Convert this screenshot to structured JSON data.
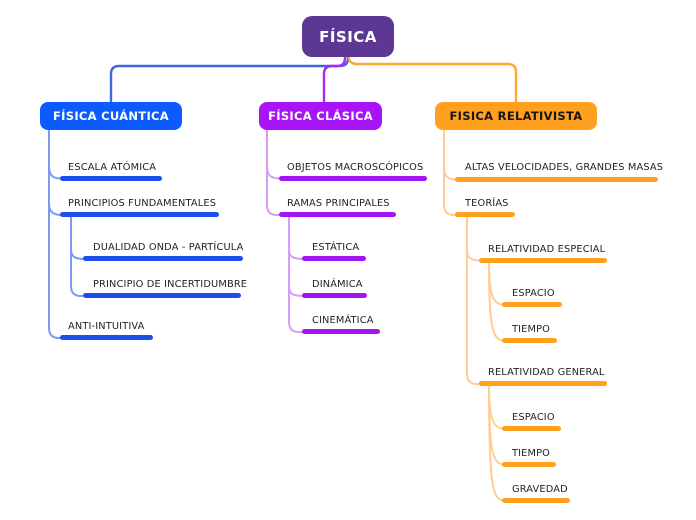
{
  "root": {
    "label": "FÍSICA"
  },
  "colors": {
    "root_bg": "#5C3894",
    "quantum_box": "#0B5BFF",
    "quantum_bar": "#1D4FE8",
    "quantum_line": "#7D9BF2",
    "classic_box": "#A714F8",
    "classic_bar": "#A116F0",
    "classic_line": "#D79BF8",
    "relativ_box": "#FFA01E",
    "relativ_bar": "#FFA01E",
    "relativ_line": "#FFCD92",
    "background": "#FFFFFF",
    "label_text": "#222222"
  },
  "branches": [
    {
      "label": "FÍSICA CUÁNTICA",
      "children": [
        {
          "label": "ESCALA ATÓMICA"
        },
        {
          "label": "PRINCIPIOS FUNDAMENTALES",
          "children": [
            {
              "label": "DUALIDAD ONDA - PARTÍCULA"
            },
            {
              "label": "PRINCIPIO DE INCERTIDUMBRE"
            }
          ]
        },
        {
          "label": "ANTI-INTUITIVA"
        }
      ]
    },
    {
      "label": "FÍSICA CLÁSICA",
      "children": [
        {
          "label": "OBJETOS MACROSCÓPICOS"
        },
        {
          "label": "RAMAS PRINCIPALES",
          "children": [
            {
              "label": "ESTÁTICA"
            },
            {
              "label": "DINÁMICA"
            },
            {
              "label": "CINEMÁTICA"
            }
          ]
        }
      ]
    },
    {
      "label": "FISICA RELATIVISTA",
      "children": [
        {
          "label": "ALTAS VELOCIDADES, GRANDES MASAS"
        },
        {
          "label": "TEORÍAS",
          "children": [
            {
              "label": "RELATIVIDAD ESPECIAL",
              "children": [
                {
                  "label": "ESPACIO"
                },
                {
                  "label": "TIEMPO"
                }
              ]
            },
            {
              "label": "RELATIVIDAD GENERAL",
              "children": [
                {
                  "label": "ESPACIO"
                },
                {
                  "label": "TIEMPO"
                },
                {
                  "label": "GRAVEDAD"
                }
              ]
            }
          ]
        }
      ]
    }
  ]
}
